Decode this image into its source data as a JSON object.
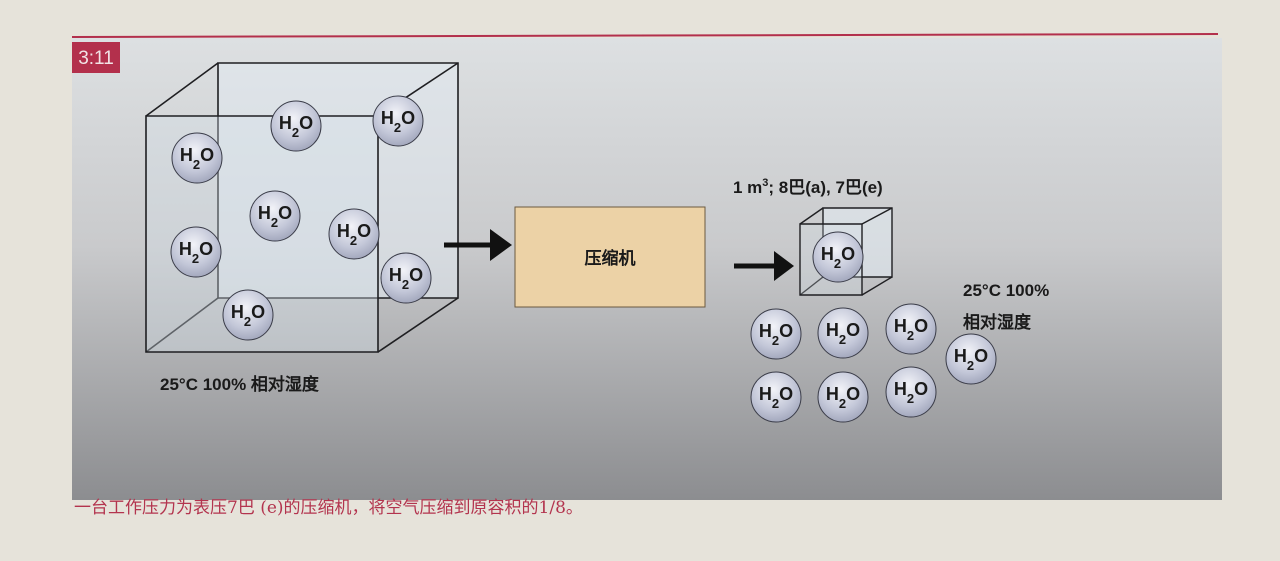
{
  "figure": {
    "number": "3:11",
    "left_label": "25°C 100% 相对湿度",
    "compressor_label": "压缩机",
    "compressed_volume_label": "1 m³; 8巴(a), 7巴(e)",
    "compressed_volume": {
      "prefix": "1 m",
      "superscript": "3",
      "suffix": "; 8巴(a), 7巴(e)"
    },
    "right_label_line1": "25°C 100%",
    "right_label_line2": "相对湿度",
    "molecule": {
      "prefix": "H",
      "subscript": "2",
      "suffix": "O"
    },
    "left_molecule_count": 8,
    "right_inside_count": 1,
    "right_outside_count": 7
  },
  "caption": "一台工作压力为表压7巴 (e)的压缩机，将空气压缩到原容积的1/8。",
  "colors": {
    "accent": "#b3304c",
    "compressor_fill": "#ecd2a6",
    "molecule_fill": "#b9bdd0"
  }
}
